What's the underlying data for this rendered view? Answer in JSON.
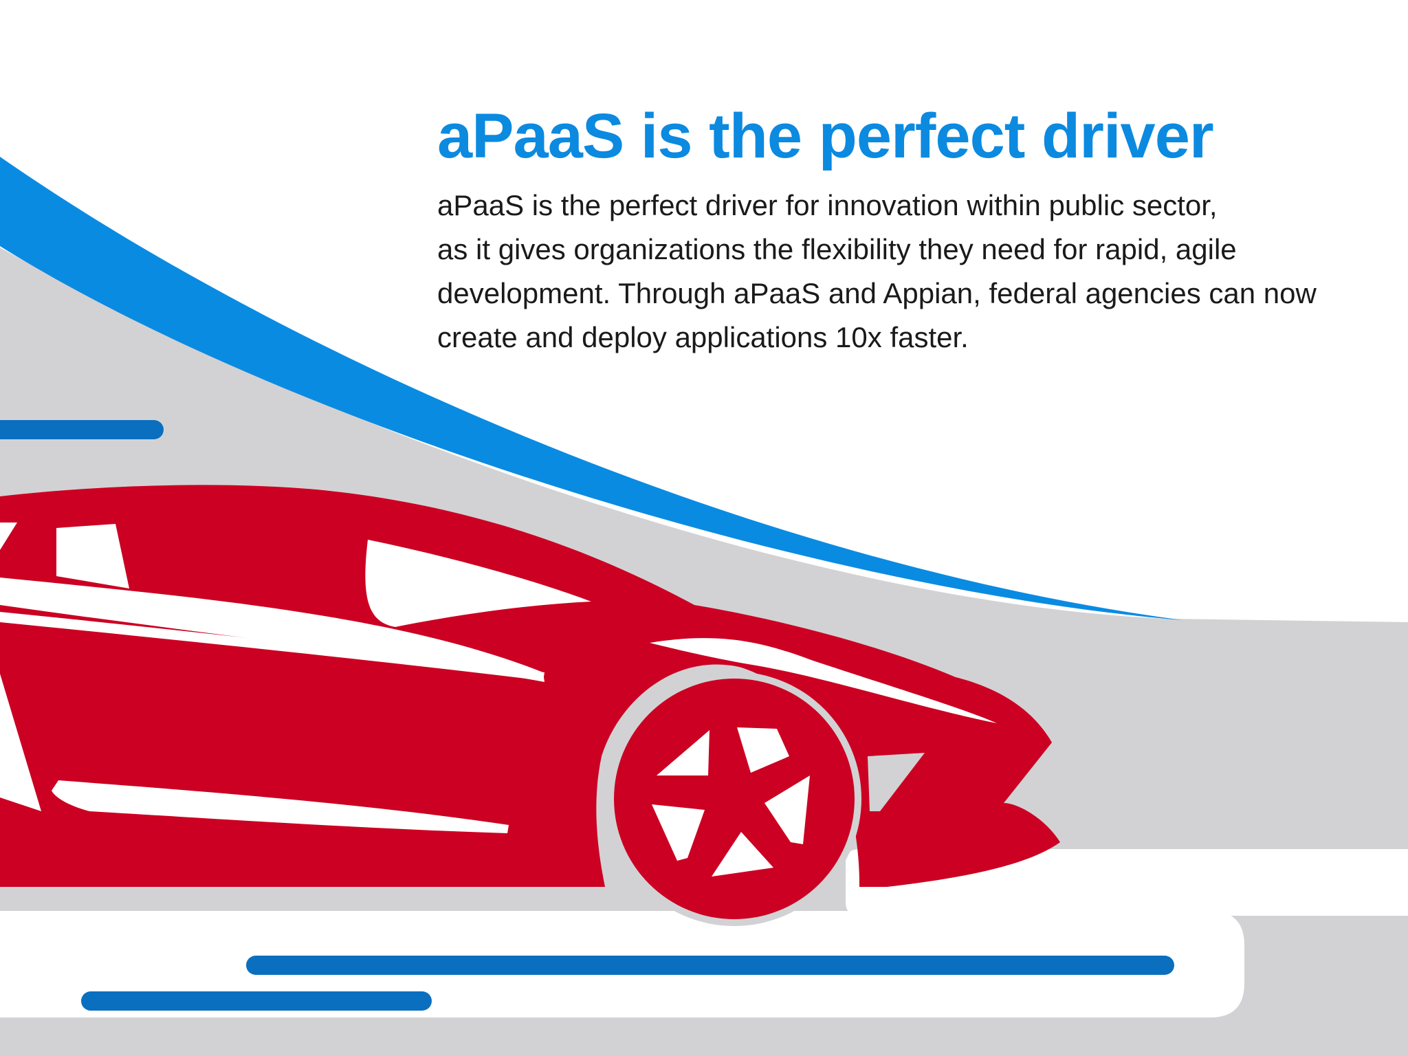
{
  "title": "aPaaS is the perfect driver",
  "body_lines": [
    "aPaaS is the perfect driver for innovation within public sector,",
    "as it gives organizations the flexibility they need for rapid, agile",
    "development. Through aPaaS and Appian, federal agencies can now",
    "create and deploy applications 10x faster."
  ],
  "colors": {
    "title": "#0b8ae0",
    "swoosh": "#0a8be2",
    "road": "#d2d2d4",
    "car": "#cc0022",
    "speed_lines": "#0a6fbf",
    "background": "#ffffff",
    "text": "#1a1a1a"
  },
  "illustration": {
    "subject": "red-sports-car-icon",
    "elements": [
      "blue-swoosh",
      "grey-road",
      "speed-lines",
      "car-wheel"
    ]
  }
}
